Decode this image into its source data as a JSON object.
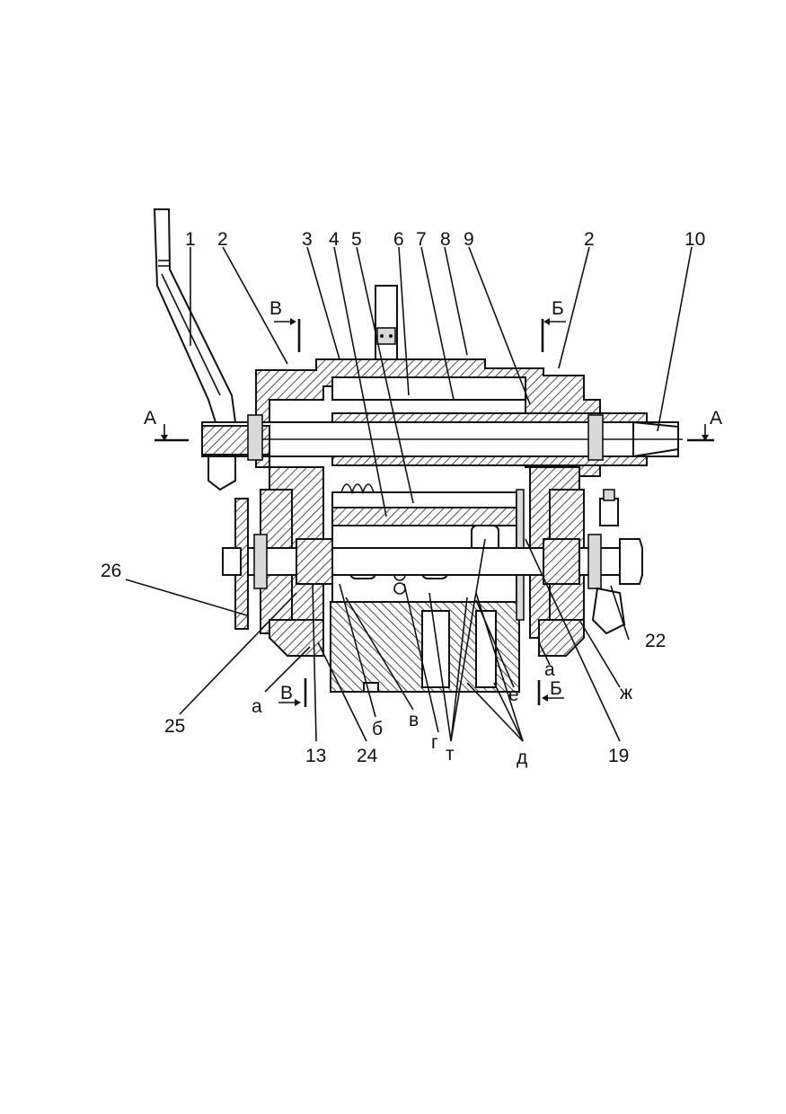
{
  "callouts": {
    "c1": "1",
    "c2a": "2",
    "c3": "3",
    "c4": "4",
    "c5": "5",
    "c6": "6",
    "c7": "7",
    "c8": "8",
    "c9": "9",
    "c2b": "2",
    "c10": "10",
    "c26": "26",
    "c22": "22",
    "c25": "25",
    "c13": "13",
    "c24": "24",
    "c19": "19",
    "a_left": "а",
    "b": "б",
    "v": "в",
    "g": "г",
    "t": "т",
    "d": "д",
    "e": "е",
    "a_right": "а",
    "zh": "ж"
  },
  "sections": {
    "A_left": "А",
    "A_right": "А",
    "B_top": "В",
    "B_bottom": "В",
    "Be_top": "Б",
    "Be_bottom": "Б"
  }
}
